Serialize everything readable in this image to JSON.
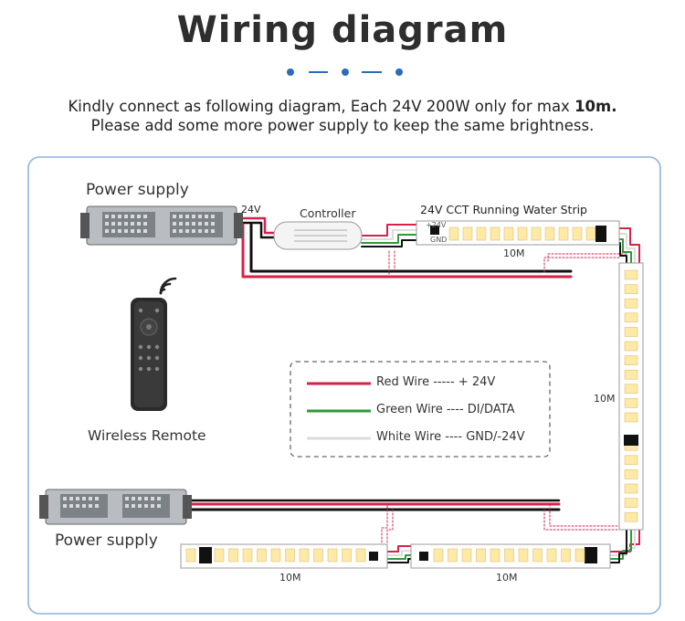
{
  "header": {
    "title": "Wiring diagram",
    "line1_prefix": "Kindly connect as following diagram, Each 24V 200W only for max ",
    "line1_bold": "10m.",
    "line2": "Please add some more power supply to keep the same brightness."
  },
  "labels": {
    "power_supply_top": "Power supply",
    "power_supply_bottom": "Power supply",
    "voltage": "24V",
    "controller": "Controller",
    "strip_title": "24V CCT Running Water Strip",
    "pin_plus": "+24V",
    "pin_gnd": "GND",
    "wireless_remote": "Wireless Remote",
    "len_top": "10M",
    "len_right": "10M",
    "len_bottom_left": "10M",
    "len_bottom_right": "10M"
  },
  "legend": [
    {
      "label": "Red Wire ----- + 24V",
      "color": "#d6224b"
    },
    {
      "label": "Green Wire ---- DI/DATA",
      "color": "#2f9a38"
    },
    {
      "label": "White Wire ---- GND/-24V",
      "color": "#dcdcdc"
    }
  ],
  "colors": {
    "accent": "#2b6cb8",
    "frame": "#8fb2dd",
    "red": "#d6224b",
    "black": "#111111",
    "green": "#2f9a38",
    "led": "#ffe9a6"
  }
}
